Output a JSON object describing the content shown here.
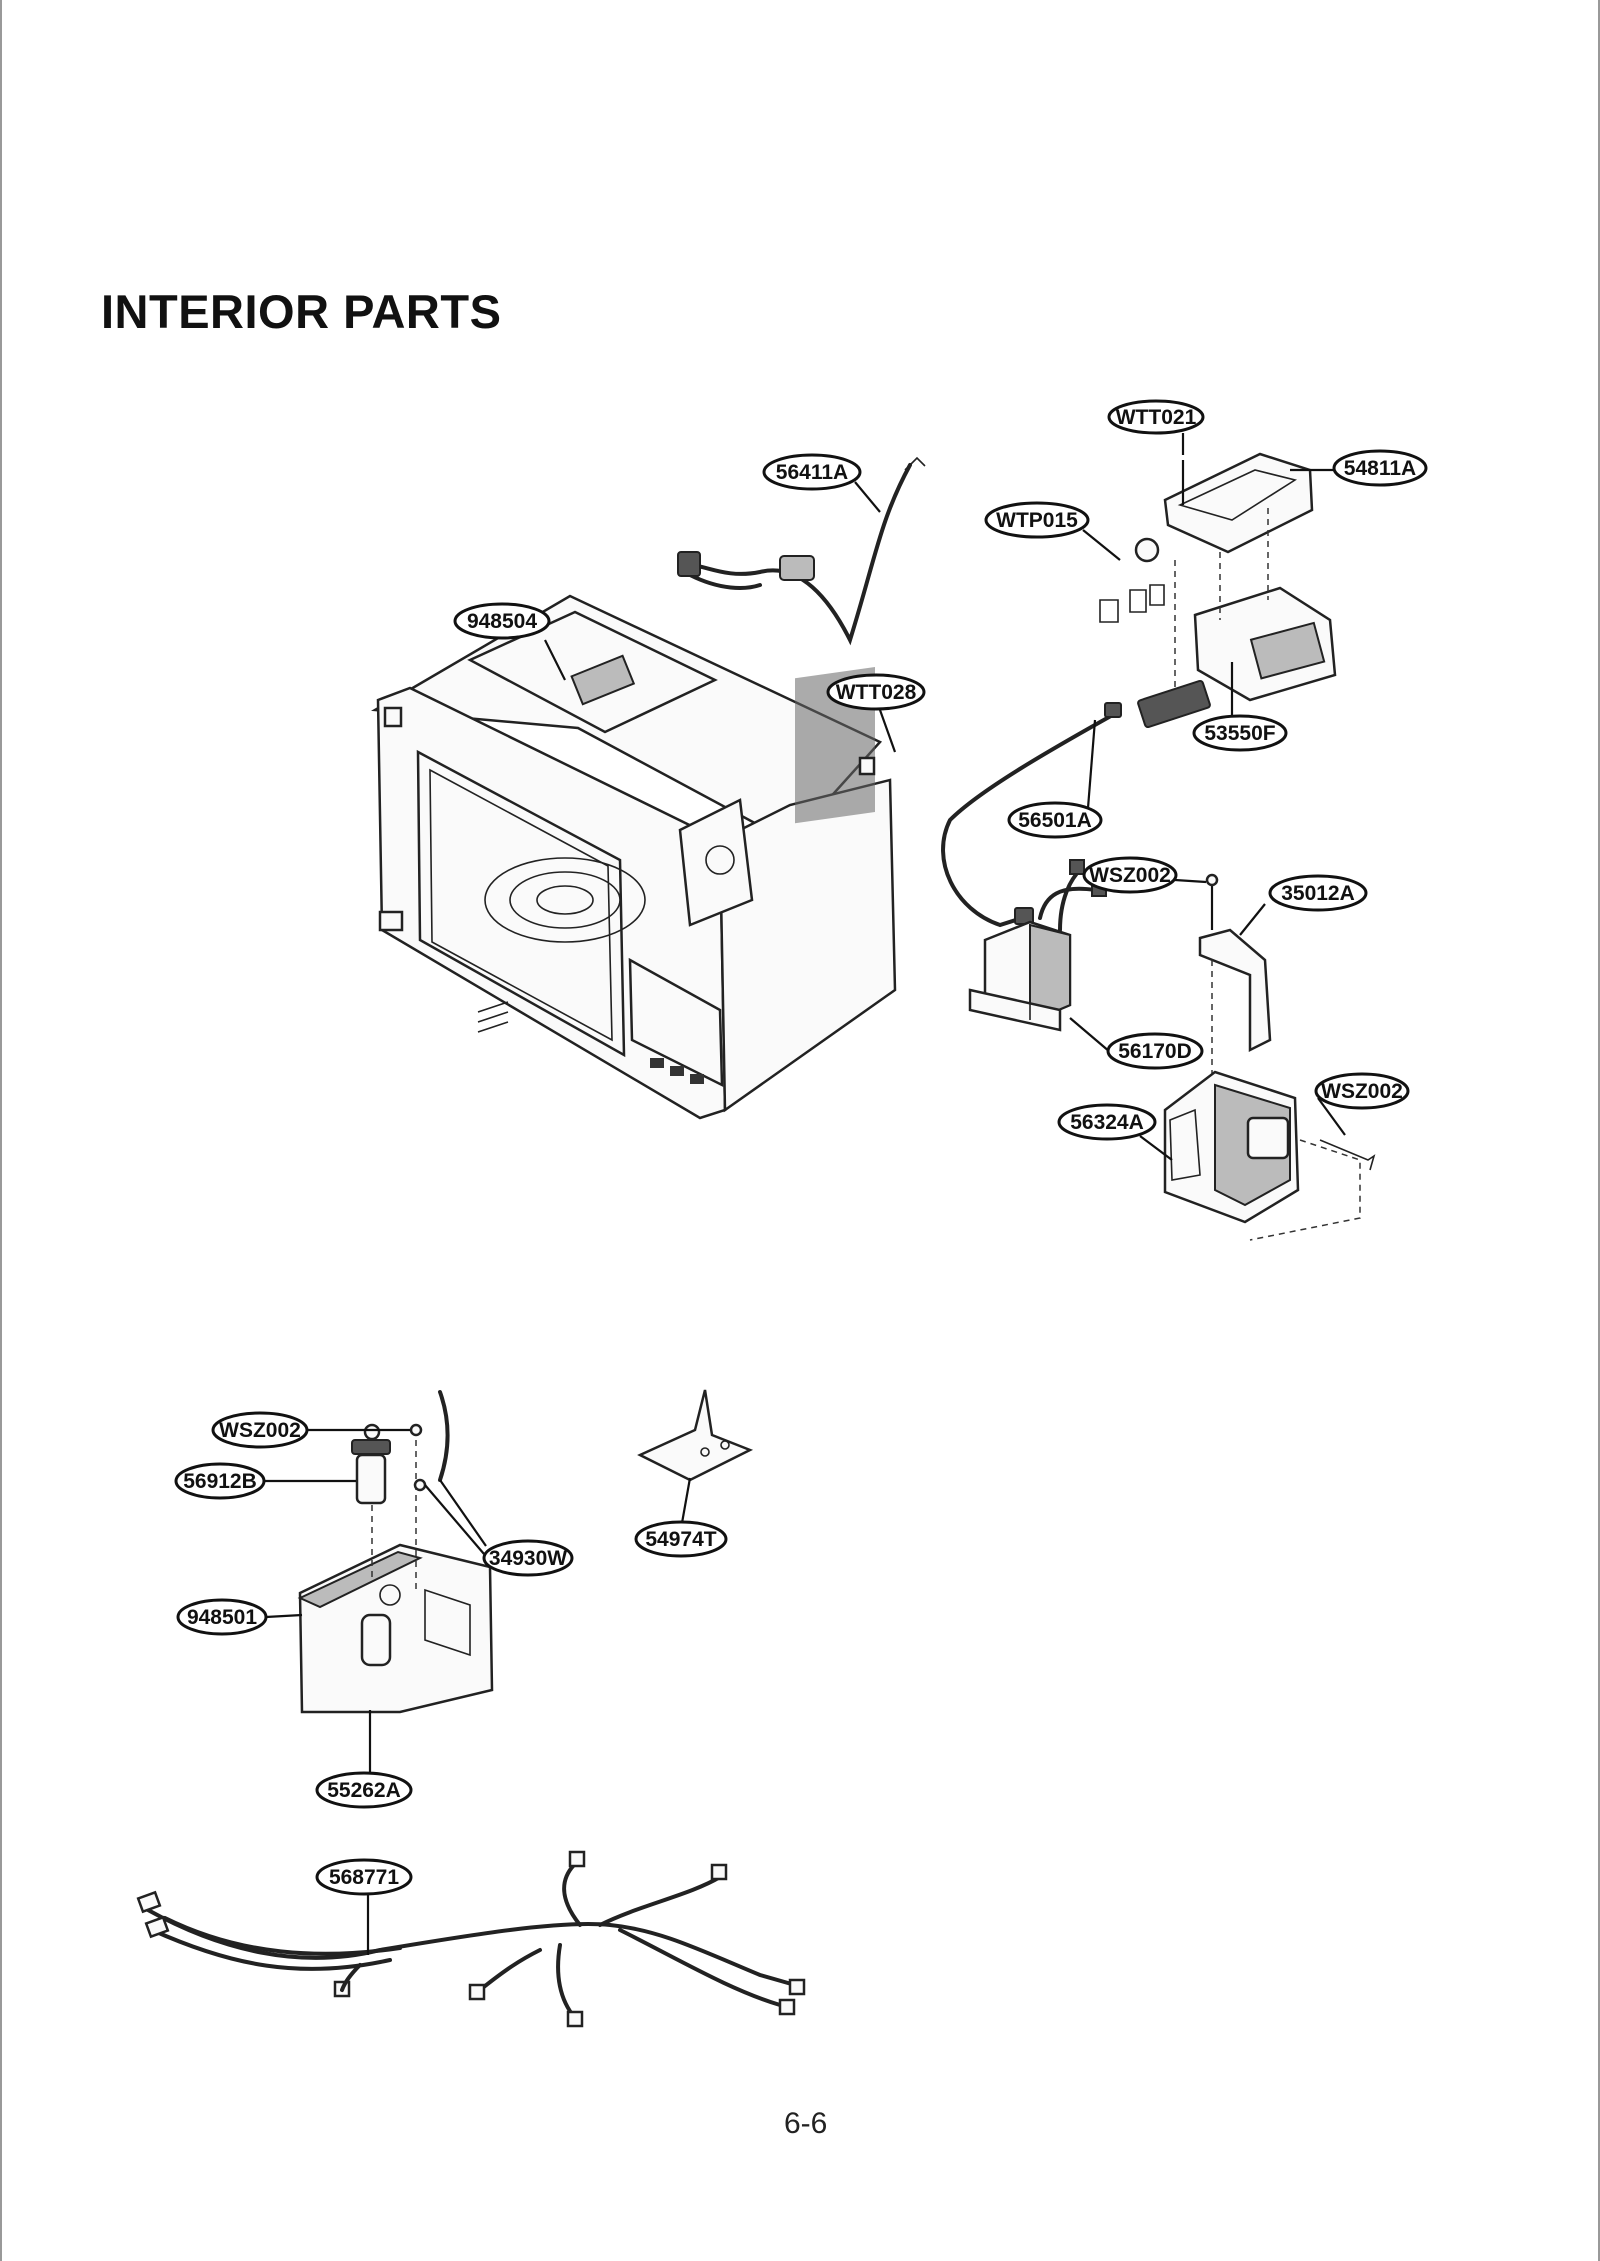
{
  "title": "INTERIOR PARTS",
  "page_number": "6-6",
  "callouts": [
    {
      "id": "wtt021",
      "label": "WTT021"
    },
    {
      "id": "56411a",
      "label": "56411A"
    },
    {
      "id": "54811a",
      "label": "54811A"
    },
    {
      "id": "wtp015",
      "label": "WTP015"
    },
    {
      "id": "948504",
      "label": "948504"
    },
    {
      "id": "wtt028",
      "label": "WTT028"
    },
    {
      "id": "53550f",
      "label": "53550F"
    },
    {
      "id": "56501a",
      "label": "56501A"
    },
    {
      "id": "wsz002-a",
      "label": "WSZ002"
    },
    {
      "id": "35012a",
      "label": "35012A"
    },
    {
      "id": "56170d",
      "label": "56170D"
    },
    {
      "id": "wsz002-b",
      "label": "WSZ002"
    },
    {
      "id": "56324a",
      "label": "56324A"
    },
    {
      "id": "wsz002-c",
      "label": "WSZ002"
    },
    {
      "id": "56912b",
      "label": "56912B"
    },
    {
      "id": "34930w",
      "label": "34930W"
    },
    {
      "id": "948501",
      "label": "948501"
    },
    {
      "id": "55262a",
      "label": "55262A"
    },
    {
      "id": "54974t",
      "label": "54974T"
    },
    {
      "id": "568771",
      "label": "568771"
    }
  ]
}
